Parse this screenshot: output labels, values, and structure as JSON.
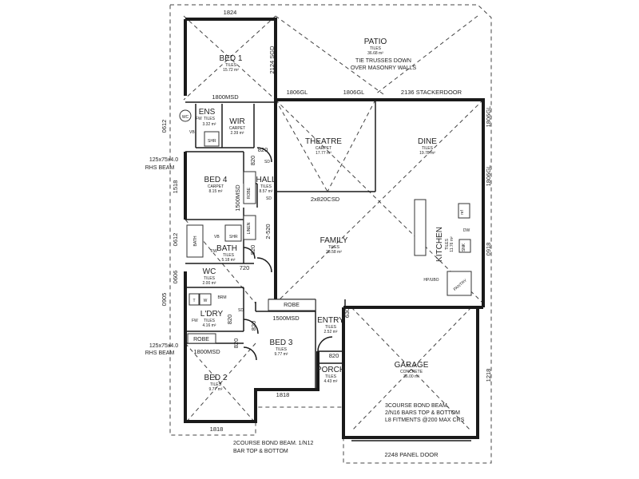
{
  "rooms": {
    "patio": {
      "name": "PATIO",
      "finish": "TILES",
      "area": "36.68 m²",
      "note1": "TIE TRUSSES DOWN",
      "note2": "OVER MASONRY WALLS"
    },
    "bed1": {
      "name": "BED 1",
      "finish": "TILES",
      "area": "15.72 m²"
    },
    "ens": {
      "name": "ENS",
      "finish": "TILES",
      "area": "3.32 m²"
    },
    "wir": {
      "name": "WIR",
      "finish": "CARPET",
      "area": "2.39 m²"
    },
    "theatre": {
      "name": "THEATRE",
      "finish": "CARPET",
      "area": "17.77 m²"
    },
    "dine": {
      "name": "DINE",
      "finish": "TILES",
      "area": "19.78 m²"
    },
    "bed4": {
      "name": "BED 4",
      "finish": "CARPET",
      "area": "8.15 m²"
    },
    "hall": {
      "name": "HALL",
      "finish": "TILES",
      "area": "8.57 m²"
    },
    "family": {
      "name": "FAMILY",
      "finish": "TILES",
      "area": "28.58 m²"
    },
    "kitchen": {
      "name": "KITCHEN",
      "finish": "TILES",
      "area": "11.76 m²"
    },
    "bath": {
      "name": "BATH",
      "finish": "TILES",
      "area": "5.18 m²"
    },
    "wc": {
      "name": "WC",
      "finish": "TILES",
      "area": "2.00 m²"
    },
    "ldry": {
      "name": "L'DRY",
      "finish": "TILES",
      "area": "4.16 m²"
    },
    "bed3": {
      "name": "BED 3",
      "finish": "TILES",
      "area": "9.77 m²"
    },
    "entry": {
      "name": "ENTRY",
      "finish": "TILES",
      "area": "2.52 m²"
    },
    "porch": {
      "name": "PORCH",
      "finish": "TILES",
      "area": "4.43 m²"
    },
    "garage": {
      "name": "GARAGE",
      "finish": "CONCRETE",
      "area": "36.00 m²"
    },
    "bed2": {
      "name": "BED 2",
      "finish": "TILES",
      "area": "9.77 m²"
    }
  },
  "dimensions": {
    "top": "1824",
    "sgd": "2124 SGD",
    "stacker": "2136 STACKERDOOR",
    "gl1": "1806GL",
    "gl2": "1806GL",
    "gl_right1": "1806GL",
    "gl_right2": "1806GL",
    "msd_bed1": "1800MSD",
    "w0612a": "0612",
    "w1518": "1518",
    "w0612b": "0612",
    "w0606": "0606",
    "w0905": "0905",
    "w0918": "0918",
    "w1218": "1218",
    "d820a": "820",
    "d820b": "820",
    "d820c": "820",
    "d820d": "820",
    "d820e": "820",
    "d820f": "820",
    "d820g": "820",
    "d720": "720",
    "d2520": "2-520",
    "csd": "2x820CSD",
    "msd_robe4": "1500MSD",
    "msd_bed3": "1500MSD",
    "msd_bed2": "1800MSD",
    "bottom_bed2": "1818",
    "bottom_bed3": "1818",
    "panel_door": "2248 PANEL DOOR",
    "d630": "630"
  },
  "labels": {
    "robe_hall": "ROBE",
    "linen": "LINEN",
    "robe_bed3": "ROBE",
    "robe_bed2": "ROBE",
    "brm": "BRM",
    "fw": "FW",
    "vb": "VB",
    "shr": "SHR",
    "vb2": "VB",
    "shr2": "SHR",
    "bath_fix": "BATH",
    "fw2": "FW",
    "fw3": "FW",
    "sd": "SD",
    "sd2": "SD",
    "sd3": "SD",
    "ref": "ref",
    "dw": "DW",
    "snk": "SNK",
    "hp_ubo": "HP/UBO",
    "pantry": "PANTRY",
    "wm": "W",
    "tub": "T",
    "wc_pan": "WC"
  },
  "notes": {
    "beam_top_1": "125x75x4.0",
    "beam_top_2": "RHS BEAM",
    "beam_bot_1": "125x75x4.0",
    "beam_bot_2": "RHS BEAM",
    "garage_note_1": "3COURSE BOND BEAM.",
    "garage_note_2": "2/N16 BARS TOP & BOTTOM",
    "garage_note_3": "L8 FITMENTS @200 MAX CRS",
    "bottom_note_1": "2COURSE BOND BEAM. 1/N12",
    "bottom_note_2": "BAR TOP & BOTTOM"
  }
}
